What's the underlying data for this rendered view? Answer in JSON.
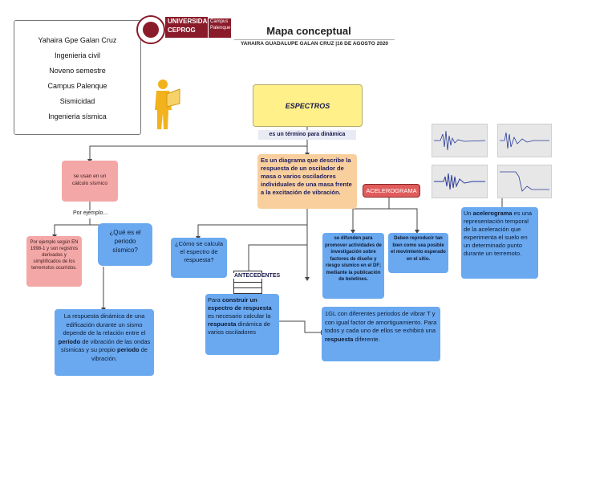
{
  "header": {
    "title": "Mapa conceptual",
    "subtitle": "YAHAIRA GUADALUPE GALAN CRUZ |16 DE AGOSTO 2020",
    "logo_main": "UNIVERSIDAD CEPROG",
    "logo_sub": "Campus Palenque"
  },
  "info": [
    "Yahaira Gpe Galan Cruz",
    "Ingenieria civil",
    "Noveno semestre",
    "Campus Palenque",
    "Sismicidad",
    "Ingenieria sísmica"
  ],
  "map": {
    "root": "ESPECTROS",
    "link_root": "es un término para dinámica",
    "definition": "Es un diagrama que describe la respuesta de un oscilador de masa o varios osciladores individuales de una masa frente a la excitación de vibración.",
    "usage": "se usan en un cálculo sísmico",
    "link_usage": "Por ejemplo...",
    "example": "Por ejemplo según EN 1998-1 y son registros derivados y simplificados de los terremotos ocurridos.",
    "question_period": "¿Qué es el periodo sísmico?",
    "period_answer": {
      "a": "La respuesta dinámica de una edificación durante un sismo depende de la relación entre el ",
      "b": "período",
      "c": " de vibración de las ondas sísmicas y su propio ",
      "d": "periodo",
      "e": " de vibración."
    },
    "question_calc": "¿Cómo se calcula el espectro de respuesta?",
    "link_antecedentes": "ANTECEDENTES",
    "calc_answer": {
      "a": "Para ",
      "b": "construir un espectro de respuesta",
      "c": " es necesario calcular la ",
      "d": "respuesta",
      "e": " dinámica de varios osciladores"
    },
    "one_dof": {
      "a": "1GL con diferentes periodos de vibrar T y con igual factor de amortiguamiento. Para todos y cada uno de ellos se exhibirá una ",
      "b": "respuesta",
      "c": " diferente."
    },
    "accelerogram": "ACELEROGRAMA",
    "diffusion": "se difunden para promover actividades de investigación sobre factores de diseño y riesgo sísmico en el DF; mediante la publicación de boletines.",
    "reproduce": "Deben reproducir tan bien como sea posible el movimiento esperado en el sitio.",
    "accel_def": {
      "a": "Un ",
      "b": "acelerograma",
      "c": " es una representación temporal de la aceleración que experimenta el suelo en un determinado punto durante un terremoto."
    }
  },
  "colors": {
    "blue": "#6aa9f0",
    "pink": "#f4a7a7",
    "yellow": "#fff08a",
    "orange": "#f9cf9e",
    "red": "#e05c5c",
    "brand": "#8a1b2a"
  }
}
